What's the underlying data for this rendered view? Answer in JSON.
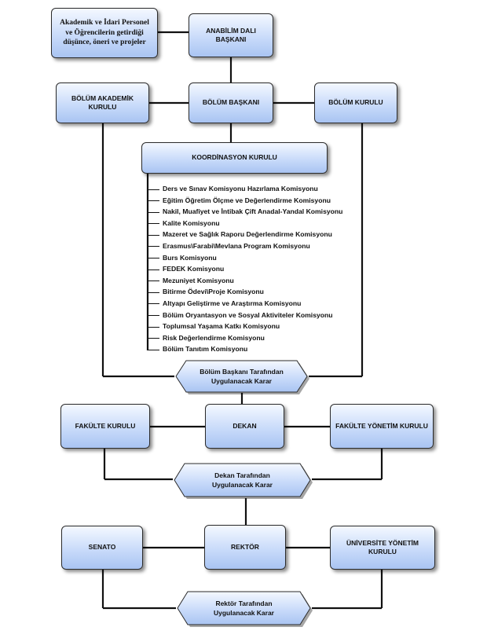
{
  "top_note": "Akademik ve İdari Personel ve Öğrencilerin getirdiği düşünce, öneri ve projeler",
  "anabilim_dali_baskani": "ANABİLİM DALI BAŞKANI",
  "bolum_akademik_kurulu": "BÖLÜM AKADEMİK KURULU",
  "bolum_baskani": "BÖLÜM BAŞKANI",
  "bolum_kurulu": "BÖLÜM KURULU",
  "koordinasyon_kurulu": "KOORDİNASYON KURULU",
  "committees": [
    "Ders ve Sınav Komisyonu Hazırlama Komisyonu",
    "Eğitim Öğretim Ölçme ve Değerlendirme Komisyonu",
    "Nakil, Muafiyet ve İntibak Çift Anadal-Yandal Komisyonu",
    "Kalite Komisyonu",
    "Mazeret ve Sağlık Raporu Değerlendirme Komisyonu",
    "Erasmus\\Farabi\\Mevlana Program Komisyonu",
    "Burs Komisyonu",
    "FEDEK Komisyonu",
    "Mezuniyet Komisyonu",
    "Bitirme Ödevi\\Proje Komisyonu",
    "Altyapı Geliştirme ve Araştırma Komisyonu",
    "Bölüm Oryantasyon ve Sosyal Aktiviteler Komisyonu",
    "Toplumsal Yaşama Katkı Komisyonu",
    "Risk Değerlendirme Komisyonu",
    "Bölüm Tanıtım Komisyonu"
  ],
  "bolum_karar": {
    "line1": "Bölüm Başkanı Tarafından",
    "line2": "Uygulanacak Karar"
  },
  "fakulte_kurulu": "FAKÜLTE KURULU",
  "dekan": "DEKAN",
  "fakulte_yonetim_kurulu": "FAKÜLTE YÖNETİM KURULU",
  "dekan_karar": {
    "line1": "Dekan Tarafından",
    "line2": "Uygulanacak Karar"
  },
  "senato": "SENATO",
  "rektor": "REKTÖR",
  "universite_yonetim_kurulu": "ÜNİVERSİTE YÖNETİM KURULU",
  "rektor_karar": {
    "line1": "Rektör Tarafından",
    "line2": "Uygulanacak Karar"
  }
}
